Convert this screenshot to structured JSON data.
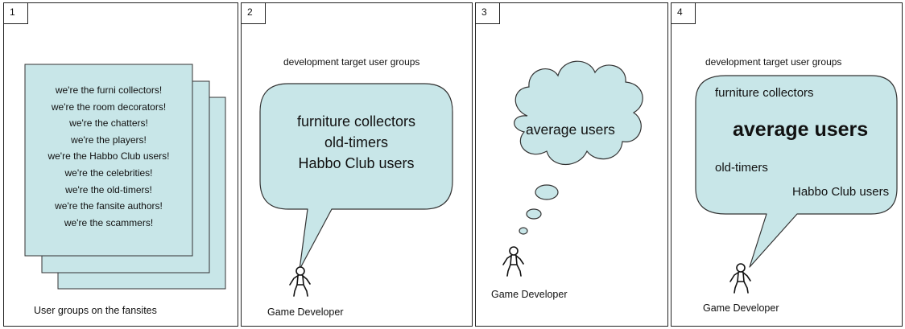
{
  "panels": [
    {
      "number": "1",
      "card_lines": [
        "we're the furni collectors!",
        "we're the room decorators!",
        "we're the chatters!",
        "we're the players!",
        "we're the Habbo Club users!",
        "we're the celebrities!",
        "we're the old-timers!",
        "we're the fansite authors!",
        "we're the scammers!"
      ],
      "caption": "User groups on the fansites"
    },
    {
      "number": "2",
      "heading": "development target user groups",
      "bubble_lines": [
        "furniture collectors",
        "old-timers",
        "Habbo Club users"
      ],
      "caption": "Game Developer"
    },
    {
      "number": "3",
      "thought": "average users",
      "caption": "Game Developer"
    },
    {
      "number": "4",
      "heading": "development target user groups",
      "item_furniture": "furniture collectors",
      "item_average": "average users",
      "item_oldtimers": "old-timers",
      "item_habbo": "Habbo Club users",
      "caption": "Game Developer"
    }
  ],
  "colors": {
    "fill": "#c8e6e8",
    "stroke": "#333333",
    "border": "#222222"
  },
  "icons": [
    "stick-figure-icon"
  ]
}
